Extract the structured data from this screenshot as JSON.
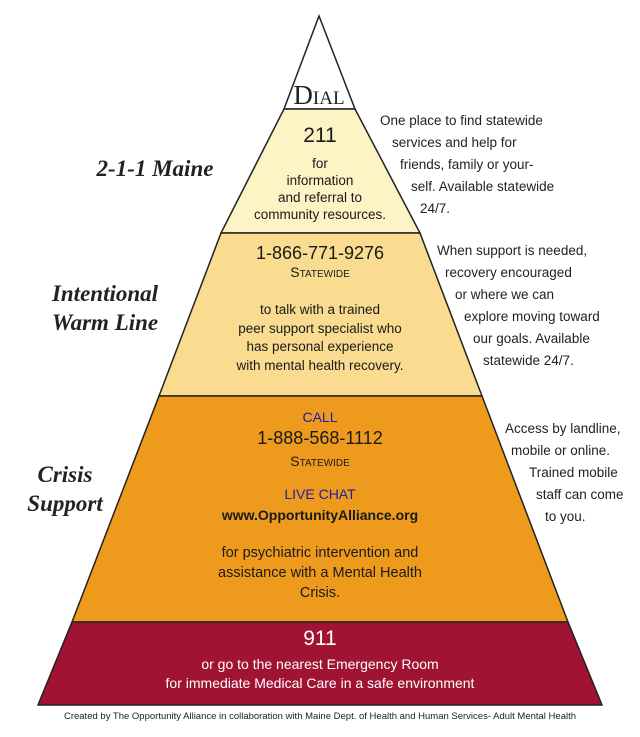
{
  "pyramid": {
    "dial": "Dial",
    "tier_211": {
      "number": "211",
      "lines": [
        "for",
        "information",
        "and referral to",
        "community resources."
      ]
    },
    "warm_line": {
      "phone": "1-866-771-9276",
      "statewide": "Statewide",
      "lines": [
        "to talk with a trained",
        "peer support specialist who",
        "has personal experience",
        "with mental health recovery."
      ]
    },
    "crisis": {
      "call_label": "CALL",
      "phone": "1-888-568-1112",
      "statewide": "Statewide",
      "live_chat_label": "LIVE CHAT",
      "website": "www.OpportunityAlliance.org",
      "lines": [
        "for psychiatric intervention  and",
        "assistance with a  Mental Health",
        "Crisis."
      ]
    },
    "emergency": {
      "number": "911",
      "lines": [
        "or go to the nearest Emergency Room",
        "for immediate Medical Care in a safe environment"
      ]
    }
  },
  "levels": {
    "maine_211": "2-1-1 Maine",
    "warm_line": [
      "Intentional",
      "Warm Line"
    ],
    "crisis": [
      "Crisis",
      "Support"
    ]
  },
  "side_notes": {
    "s211": [
      "One place to find statewide",
      "services and help for",
      "friends, family or your-",
      "self. Available statewide",
      "24/7."
    ],
    "warm": [
      "When support is needed,",
      "recovery encouraged",
      "or where we can",
      "explore moving toward",
      "our goals. Available",
      "statewide 24/7."
    ],
    "crisis": [
      "Access by landline,",
      "mobile or online.",
      "Trained mobile",
      "staff can come",
      "to you."
    ]
  },
  "footer": "Created by The Opportunity Alliance in collaboration with Maine Dept. of Health and Human Services- Adult Mental Health",
  "colors": {
    "tier_211": "#fdf3c4",
    "tier_warm_line": "#f9dc8f",
    "tier_crisis": "#ee9a1c",
    "tier_911": "#a11333",
    "accent_blue": "#1f1fa6"
  }
}
